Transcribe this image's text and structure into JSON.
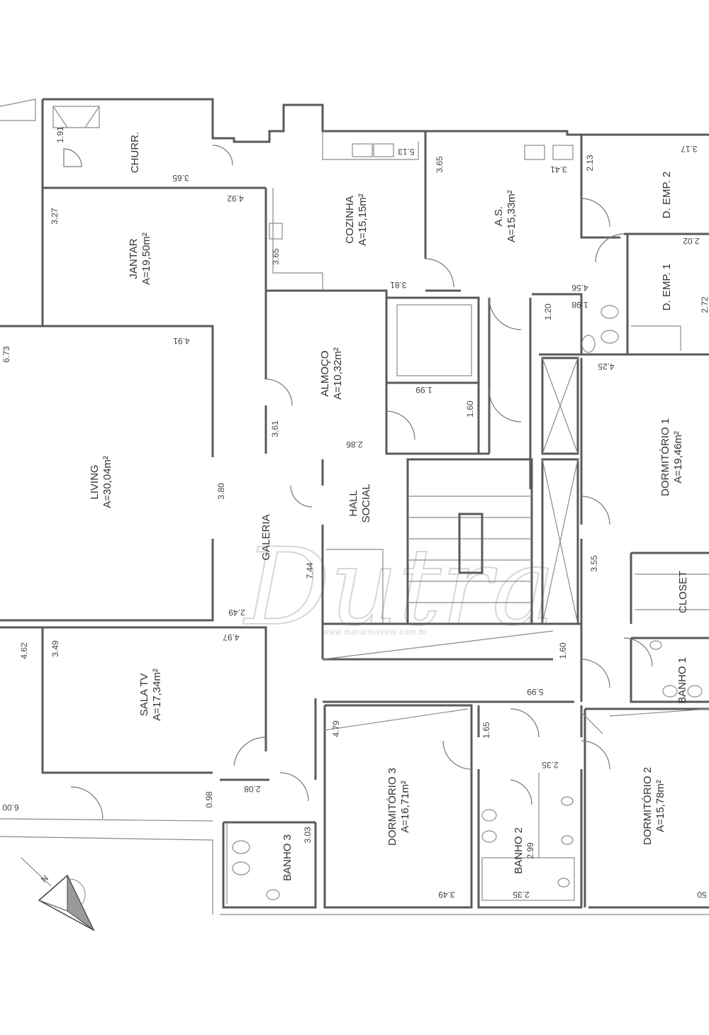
{
  "rooms": [
    {
      "name": "CHURR.",
      "area": ""
    },
    {
      "name": "JANTAR",
      "area": "A=19,50m²"
    },
    {
      "name": "COZINHA",
      "area": "A=15,15m²"
    },
    {
      "name": "A.S.",
      "area": "A=15,33m²"
    },
    {
      "name": "D. EMP. 2",
      "area": ""
    },
    {
      "name": "D. EMP. 1",
      "area": ""
    },
    {
      "name": "LIVING",
      "area": "A=30,04m²"
    },
    {
      "name": "ALMOÇO",
      "area": "A=10,32m²"
    },
    {
      "name": "HALL",
      "area": "SOCIAL"
    },
    {
      "name": "GALERIA",
      "area": ""
    },
    {
      "name": "DORMITÓRIO 1",
      "area": "A=19,46m²"
    },
    {
      "name": "CLOSET",
      "area": ""
    },
    {
      "name": "BANHO 1",
      "area": ""
    },
    {
      "name": "SALA TV",
      "area": "A=17,34m²"
    },
    {
      "name": "DORMITÓRIO 3",
      "area": "A=16,71m²"
    },
    {
      "name": "DORMITÓRIO 2",
      "area": "A=15,78m²"
    },
    {
      "name": "BANHO 2",
      "area": "2.99"
    },
    {
      "name": "BANHO 3",
      "area": ""
    }
  ],
  "dimensions": [
    "1.91",
    "3.65",
    "5.13",
    "3.65",
    "3.41",
    "2.13",
    "3.17",
    "3.27",
    "4.92",
    "3.65",
    "3.81",
    "4.56",
    "2.02",
    "1.98",
    "1.20",
    "2.72",
    "6.73",
    "4.91",
    "4.25",
    "1.99",
    "1.60",
    "3.61",
    "2.86",
    "3.80",
    "7.44",
    "3.55",
    "2.49",
    "4.97",
    "4.62",
    "3.49",
    "1.60",
    "5.99",
    "4.79",
    "1.65",
    "2.35",
    "0.98",
    "2.08",
    "6.00",
    "3.03",
    "3.49",
    "2.35",
    "50"
  ],
  "watermark": {
    "brand": "Dutra",
    "sub": "www.dutraimoveis.com.br"
  }
}
